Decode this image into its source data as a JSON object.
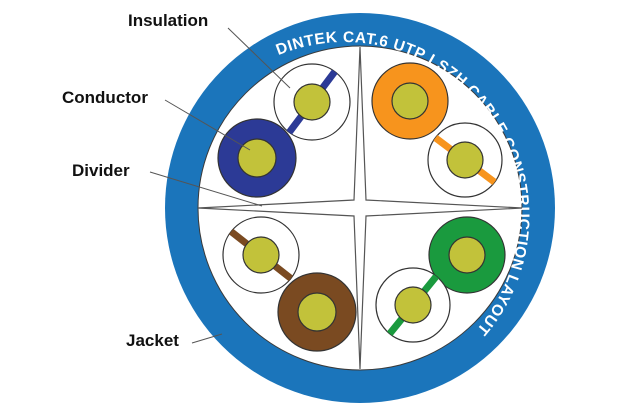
{
  "labels": {
    "insulation": "Insulation",
    "conductor": "Conductor",
    "divider": "Divider",
    "jacket": "Jacket"
  },
  "ring_text": "DINTEK CAT.6 UTP LSZH CABLE CONSTRUCTION LAYOUT",
  "colors": {
    "jacket": "#1b75bb",
    "conductor": "#c2c23a",
    "blue": "#2c3a96",
    "orange": "#f7941d",
    "brown": "#7a4a21",
    "green": "#1a9a3e",
    "white_insulation": "#ffffff",
    "line": "#555555"
  },
  "pairs": [
    {
      "position": "top-left",
      "solid": "blue",
      "striped": "white-blue"
    },
    {
      "position": "top-right",
      "solid": "orange",
      "striped": "white-orange"
    },
    {
      "position": "bottom-left",
      "solid": "brown",
      "striped": "white-brown"
    },
    {
      "position": "bottom-right",
      "solid": "green",
      "striped": "white-green"
    }
  ]
}
